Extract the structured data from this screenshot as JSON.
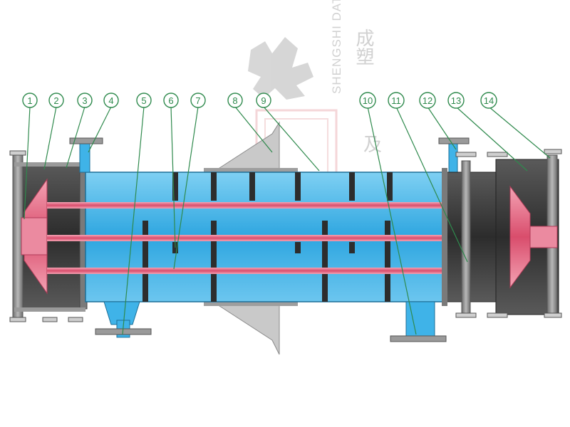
{
  "diagram": {
    "callouts": [
      "1",
      "2",
      "3",
      "4",
      "5",
      "6",
      "7",
      "8",
      "9",
      "10",
      "11",
      "12",
      "13",
      "14"
    ],
    "watermark": {
      "latin": "SHENGSHI DATA",
      "cjk_vertical": "成塑",
      "cjk_lower": "及"
    },
    "colors": {
      "shell_fill": "#3fb3e8",
      "tube": "#e0607a",
      "tube_light": "#f08aa0",
      "head_dark": "#3a3a3a",
      "flange": "#8a8a8a",
      "callout_green": "#2f8a4d",
      "saddle": "#bdbdbd"
    }
  }
}
